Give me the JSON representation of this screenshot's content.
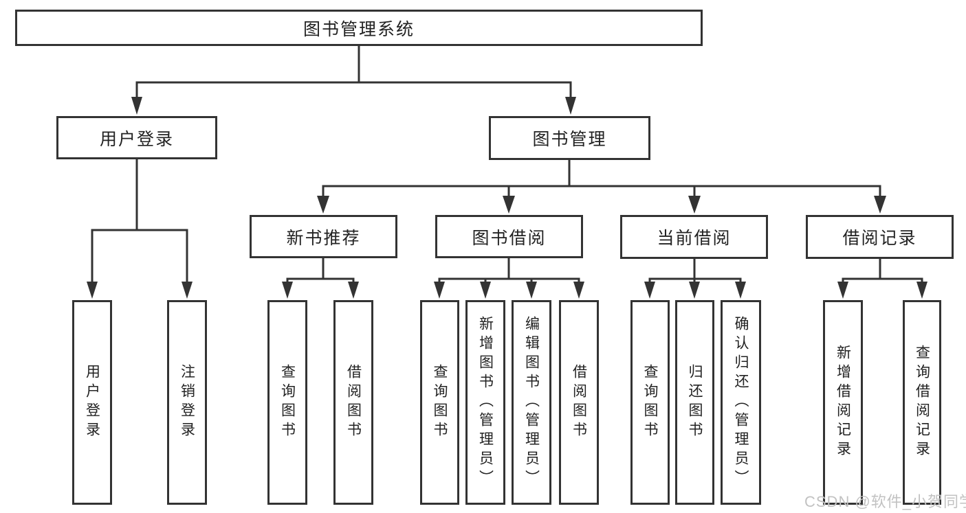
{
  "diagram": {
    "tree": {
      "label": "图书管理系统",
      "children": [
        {
          "label": "用户登录",
          "children": [
            {
              "label": "用户登录"
            },
            {
              "label": "注销登录"
            }
          ]
        },
        {
          "label": "图书管理",
          "children": [
            {
              "label": "新书推荐",
              "children": [
                {
                  "label": "查询图书"
                },
                {
                  "label": "借阅图书"
                }
              ]
            },
            {
              "label": "图书借阅",
              "children": [
                {
                  "label": "查询图书"
                },
                {
                  "label": "新增图书（管理员）"
                },
                {
                  "label": "编辑图书（管理员）"
                },
                {
                  "label": "借阅图书"
                }
              ]
            },
            {
              "label": "当前借阅",
              "children": [
                {
                  "label": "查询图书"
                },
                {
                  "label": "归还图书"
                },
                {
                  "label": "确认归还（管理员）"
                }
              ]
            },
            {
              "label": "借阅记录",
              "children": [
                {
                  "label": "新增借阅记录"
                },
                {
                  "label": "查询借阅记录"
                }
              ]
            }
          ]
        }
      ]
    },
    "colors": {
      "line": "#333333",
      "box_border": "#333333",
      "box_fill": "#ffffff",
      "text": "#222222",
      "watermark": "#c2c2c2",
      "background": "#ffffff"
    }
  },
  "watermark": "CSDN @软件_小贺同学"
}
